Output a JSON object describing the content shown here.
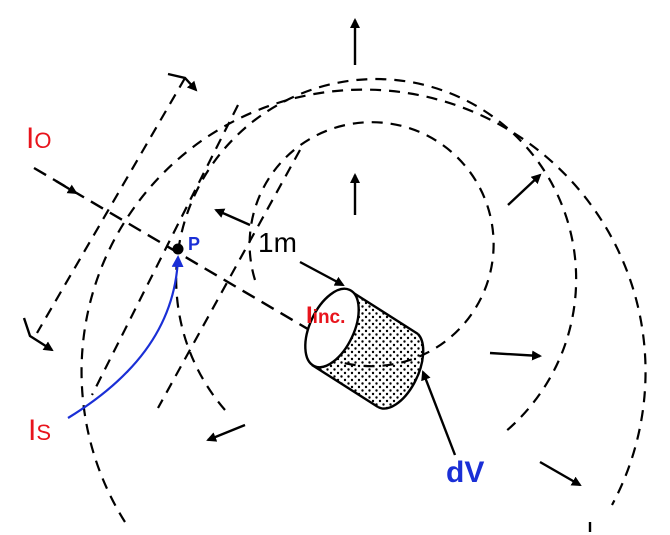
{
  "labels": {
    "incident_intensity": "I",
    "incident_sub": "O",
    "scattered_intensity": "I",
    "scattered_sub": "S",
    "point": "P",
    "distance": "1m",
    "incident_on_volume": "I",
    "incident_on_volume_sub": "inc.",
    "volume_element": "dV"
  },
  "colors": {
    "label_red": "#e8141c",
    "label_blue": "#1a2fd6",
    "lines": "#000000"
  }
}
